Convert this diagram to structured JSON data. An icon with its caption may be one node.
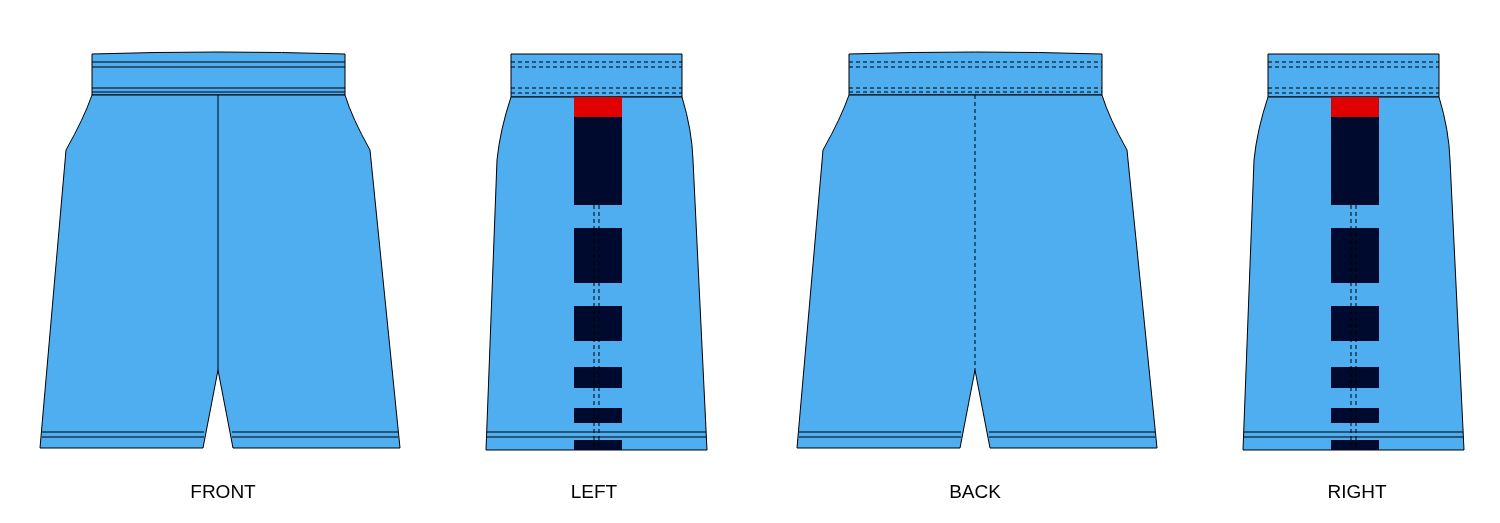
{
  "diagram": {
    "labels": [
      "FRONT",
      "LEFT",
      "BACK",
      "RIGHT"
    ]
  }
}
